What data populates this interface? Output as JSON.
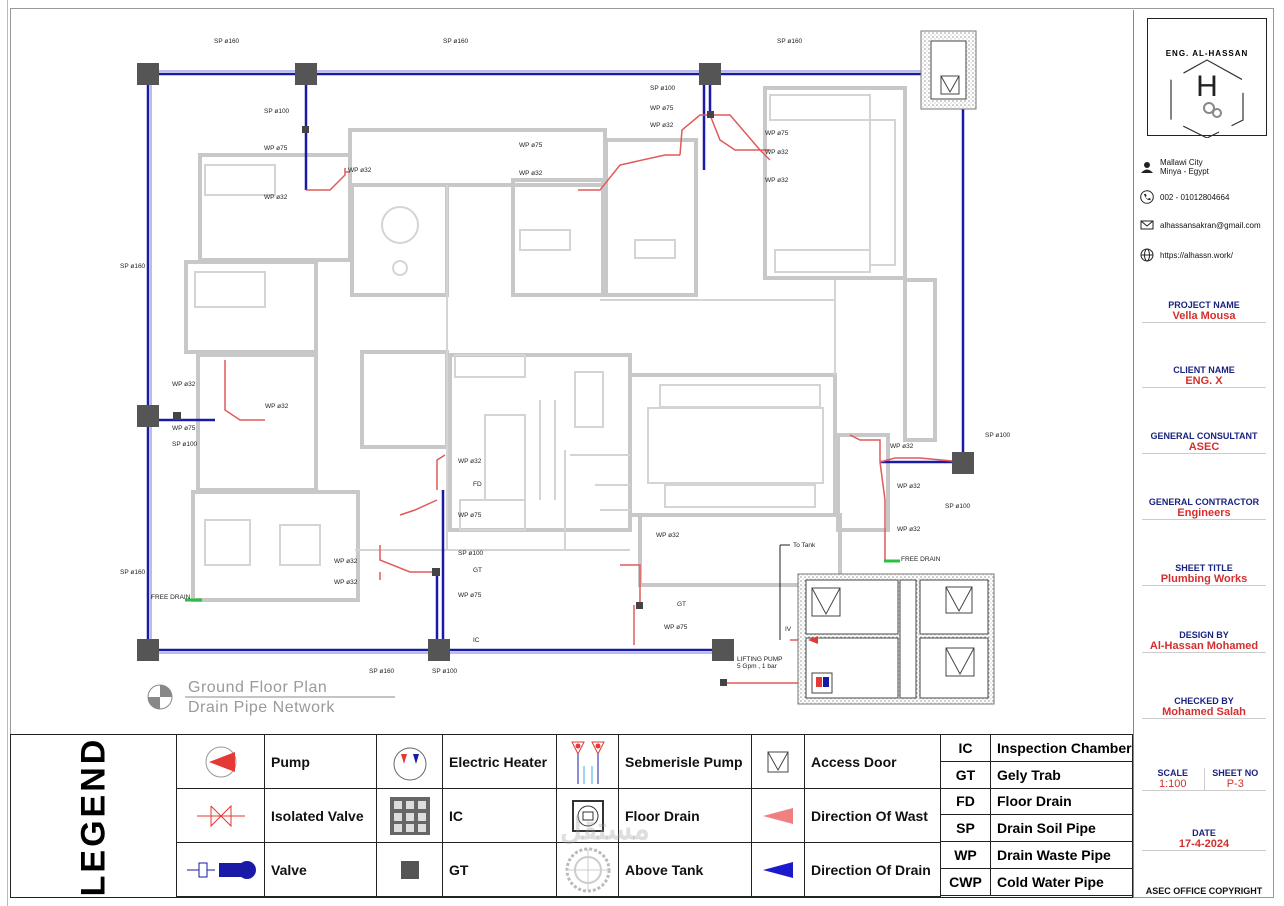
{
  "plan": {
    "title_line1": "Ground Floor Plan",
    "title_line2": "Drain Pipe Network",
    "pipe_labels": {
      "sp160_top_left": "SP ø160",
      "sp160_top_mid": "SP ø160",
      "sp160_top_right": "SP ø160",
      "sp160_left": "SP ø160",
      "sp160_left_low": "SP ø160",
      "sp160_bottom": "SP ø160",
      "sp100_a": "SP ø100",
      "sp100_b": "SP ø100",
      "sp100_c": "SP ø100",
      "sp100_d": "SP ø100",
      "sp100_e": "SP ø100",
      "sp100_f": "SP ø100",
      "sp100_g": "SP ø100",
      "wp75_a": "WP ø75",
      "wp75_b": "WP ø75",
      "wp75_c": "WP ø75",
      "wp75_d": "WP ø75",
      "wp75_e": "WP ø75",
      "wp75_f": "WP ø75",
      "wp75_g": "WP ø75",
      "wp32_a": "WP ø32",
      "wp32_b": "WP ø32",
      "wp32_c": "WP ø32",
      "wp32_d": "WP ø32",
      "wp32_e": "WP ø32",
      "wp32_f": "WP ø32",
      "wp32_g": "WP ø32",
      "wp32_h": "WP ø32",
      "wp32_i": "WP ø32",
      "wp32_j": "WP ø32",
      "wp32_k": "WP ø32",
      "wp32_l": "WP ø32",
      "wp32_m": "WP ø32",
      "wp32_n": "WP ø32",
      "wp32_o": "WP ø32",
      "fd": "FD",
      "gt_a": "GT",
      "gt_b": "GT",
      "ic": "IC",
      "iv": "IV",
      "to_tank": "To Tank",
      "free_drain_left": "FREE DRAIN",
      "free_drain_right": "FREE DRAIN",
      "lifting_pump": "LIFTING PUMP",
      "lifting_pump_spec": "5 Gpm , 1 bar"
    }
  },
  "title_block": {
    "logo_name": "ENG. AL-HASSAN",
    "logo_letter": "H",
    "address_line1": "Mallawi City",
    "address_line2": "Minya - Egypt",
    "phone": "002 - 01012804664",
    "email": "alhassansakran@gmail.com",
    "website": "https://alhassn.work/",
    "project_name_label": "PROJECT NAME",
    "project_name": "Vella Mousa",
    "client_name_label": "CLIENT NAME",
    "client_name": "ENG. X",
    "consultant_label": "GENERAL CONSULTANT",
    "consultant": "ASEC",
    "contractor_label": "GENERAL CONTRACTOR",
    "contractor": "Engineers",
    "sheet_title_label": "SHEET TITLE",
    "sheet_title": "Plumbing Works",
    "design_label": "DESIGN BY",
    "design_by": "Al-Hassan Mohamed",
    "checked_label": "CHECKED BY",
    "checked_by": "Mohamed Salah",
    "scale_label": "SCALE",
    "scale": "1:100",
    "sheet_no_label": "SHEET NO",
    "sheet_no": "P-3",
    "date_label": "DATE",
    "date": "17-4-2024",
    "copyright": "ASEC OFFICE COPYRIGHT"
  },
  "legend": {
    "title": "LEGEND",
    "items": {
      "pump": "Pump",
      "isolated_valve": "Isolated Valve",
      "valve": "Valve",
      "electric_heater": "Electric Heater",
      "ic": "IC",
      "gt": "GT",
      "submersible_pump": "Sebmerisle Pump",
      "floor_drain": "Floor Drain",
      "above_tank": "Above Tank",
      "access_door": "Access Door",
      "direction_wast": "Direction Of Wast",
      "direction_drain": "Direction Of Drain"
    },
    "abbreviations": [
      {
        "code": "IC",
        "meaning": "Inspection Chamber"
      },
      {
        "code": "GT",
        "meaning": "Gely Trab"
      },
      {
        "code": "FD",
        "meaning": "Floor Drain"
      },
      {
        "code": "SP",
        "meaning": "Drain Soil Pipe"
      },
      {
        "code": "WP",
        "meaning": "Drain Waste Pipe"
      },
      {
        "code": "CWP",
        "meaning": "Cold Water Pipe"
      }
    ]
  },
  "colors": {
    "drain_blue": "#1a1aa8",
    "waste_red": "#e05a5a",
    "wall_gray": "#c8c8c8",
    "column": "#555555",
    "free_drain_green": "#2bbf3f",
    "label_navy": "#1a237e",
    "value_red": "#d32f2f"
  },
  "watermark": "مستقل"
}
